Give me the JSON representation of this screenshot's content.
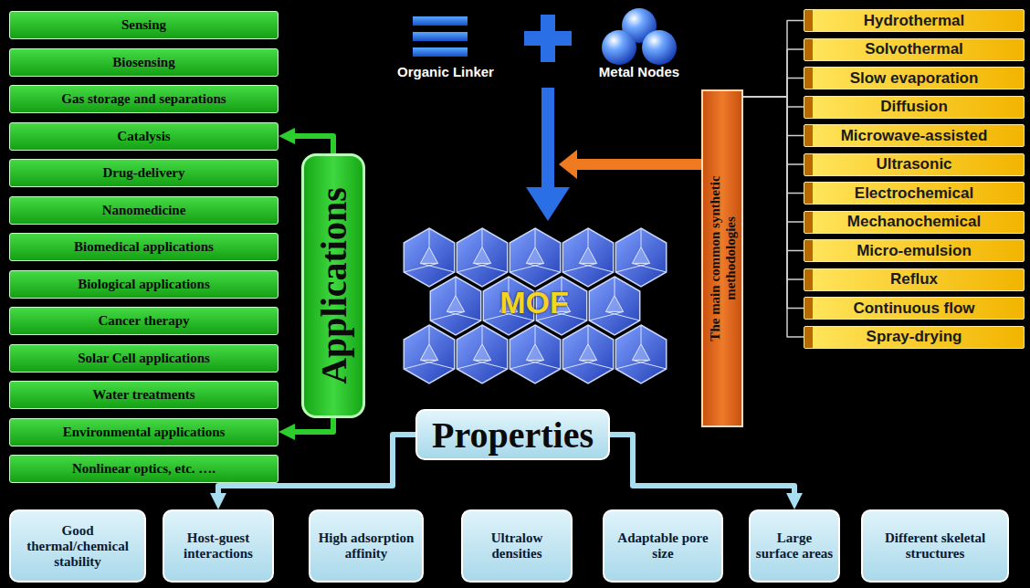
{
  "diagram": {
    "nodes": [
      {
        "text": [
          "Sensing"
        ]
      },
      {
        "text": [
          "Biosensing"
        ]
      },
      {
        "text": [
          "Gas storage and separations"
        ]
      },
      {
        "text": [
          "Catalysis"
        ]
      },
      {
        "text": [
          "Drug-delivery"
        ]
      },
      {
        "text": [
          "Nanomedicine"
        ]
      },
      {
        "text": [
          "Biomedical applications"
        ]
      },
      {
        "text": [
          "Biological applications"
        ]
      },
      {
        "text": [
          "Cancer therapy"
        ]
      },
      {
        "text": [
          "Solar Cell applications"
        ]
      },
      {
        "text": [
          "Water treatments"
        ]
      },
      {
        "text": [
          "Environmental applications"
        ]
      },
      {
        "text": [
          "Nonlinear optics, etc. …."
        ]
      },
      {
        "text": [
          "Applications"
        ]
      },
      {
        "text": [
          "The main common synthetic methodologies"
        ]
      },
      {
        "text": [
          "Hydrothermal"
        ]
      },
      {
        "text": [
          "Solvothermal"
        ]
      },
      {
        "text": [
          "Slow evaporation"
        ]
      },
      {
        "text": [
          "Diffusion"
        ]
      },
      {
        "text": [
          "Microwave-assisted"
        ]
      },
      {
        "text": [
          "Ultrasonic"
        ]
      },
      {
        "text": [
          "Electrochemical"
        ]
      },
      {
        "text": [
          "Mechanochemical"
        ]
      },
      {
        "text": [
          "Micro-emulsion"
        ]
      },
      {
        "text": [
          "Reflux"
        ]
      },
      {
        "text": [
          "Continuous flow"
        ]
      },
      {
        "text": [
          "Spray-drying"
        ]
      },
      {
        "text": [
          "Properties"
        ]
      },
      {
        "text": [
          "Good thermal/chemical stability"
        ]
      },
      {
        "text": [
          "Host-guest interactions"
        ]
      },
      {
        "text": [
          "High adsorption affinity"
        ]
      },
      {
        "text": [
          "Ultralow densities"
        ]
      },
      {
        "text": [
          "Adaptable pore size"
        ]
      },
      {
        "text": [
          "Large surface areas"
        ]
      },
      {
        "text": [
          "Different skeletal structures"
        ]
      }
    ],
    "edges": [
      {
        "from": 13,
        "to": 3,
        "arrow": "to"
      },
      {
        "from": 13,
        "to": 11,
        "arrow": "to"
      },
      {
        "from": 15,
        "to": 14,
        "arrow": "none"
      },
      {
        "from": 16,
        "to": 14,
        "arrow": "none"
      },
      {
        "from": 17,
        "to": 14,
        "arrow": "none"
      },
      {
        "from": 18,
        "to": 14,
        "arrow": "none"
      },
      {
        "from": 19,
        "to": 14,
        "arrow": "none"
      },
      {
        "from": 20,
        "to": 14,
        "arrow": "none"
      },
      {
        "from": 21,
        "to": 14,
        "arrow": "none"
      },
      {
        "from": 22,
        "to": 14,
        "arrow": "none"
      },
      {
        "from": 23,
        "to": 14,
        "arrow": "none"
      },
      {
        "from": 24,
        "to": 14,
        "arrow": "none"
      },
      {
        "from": 25,
        "to": 14,
        "arrow": "none"
      },
      {
        "from": 26,
        "to": 14,
        "arrow": "none"
      },
      {
        "from": 27,
        "to": 29,
        "arrow": "to"
      },
      {
        "from": 27,
        "to": 33,
        "arrow": "to"
      }
    ],
    "labels": [
      "Organic Linker",
      "Metal Nodes",
      "MOF"
    ]
  }
}
